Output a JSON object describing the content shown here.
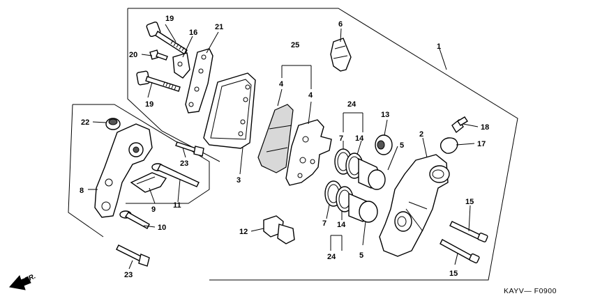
{
  "diagram": {
    "drawing_code": "KAYV— F0900",
    "direction_label": "FR.",
    "callouts": [
      {
        "id": "c19a",
        "text": "19"
      },
      {
        "id": "c16",
        "text": "16"
      },
      {
        "id": "c21",
        "text": "21"
      },
      {
        "id": "c20",
        "text": "20"
      },
      {
        "id": "c19b",
        "text": "19"
      },
      {
        "id": "c25",
        "text": "25"
      },
      {
        "id": "c4a",
        "text": "4"
      },
      {
        "id": "c4b",
        "text": "4"
      },
      {
        "id": "c6",
        "text": "6"
      },
      {
        "id": "c1",
        "text": "1"
      },
      {
        "id": "c22",
        "text": "22"
      },
      {
        "id": "c3",
        "text": "3"
      },
      {
        "id": "c23a",
        "text": "23"
      },
      {
        "id": "c24a",
        "text": "24"
      },
      {
        "id": "c7a",
        "text": "7"
      },
      {
        "id": "c14a",
        "text": "14"
      },
      {
        "id": "c13",
        "text": "13"
      },
      {
        "id": "c5a",
        "text": "5"
      },
      {
        "id": "c2",
        "text": "2"
      },
      {
        "id": "c18",
        "text": "18"
      },
      {
        "id": "c17",
        "text": "17"
      },
      {
        "id": "c8",
        "text": "8"
      },
      {
        "id": "c9",
        "text": "9"
      },
      {
        "id": "c11",
        "text": "11"
      },
      {
        "id": "c15a",
        "text": "15"
      },
      {
        "id": "c10",
        "text": "10"
      },
      {
        "id": "c12",
        "text": "12"
      },
      {
        "id": "c7b",
        "text": "7"
      },
      {
        "id": "c14b",
        "text": "14"
      },
      {
        "id": "c5b",
        "text": "5"
      },
      {
        "id": "c24b",
        "text": "24"
      },
      {
        "id": "c15b",
        "text": "15"
      },
      {
        "id": "c23b",
        "text": "23"
      }
    ]
  }
}
